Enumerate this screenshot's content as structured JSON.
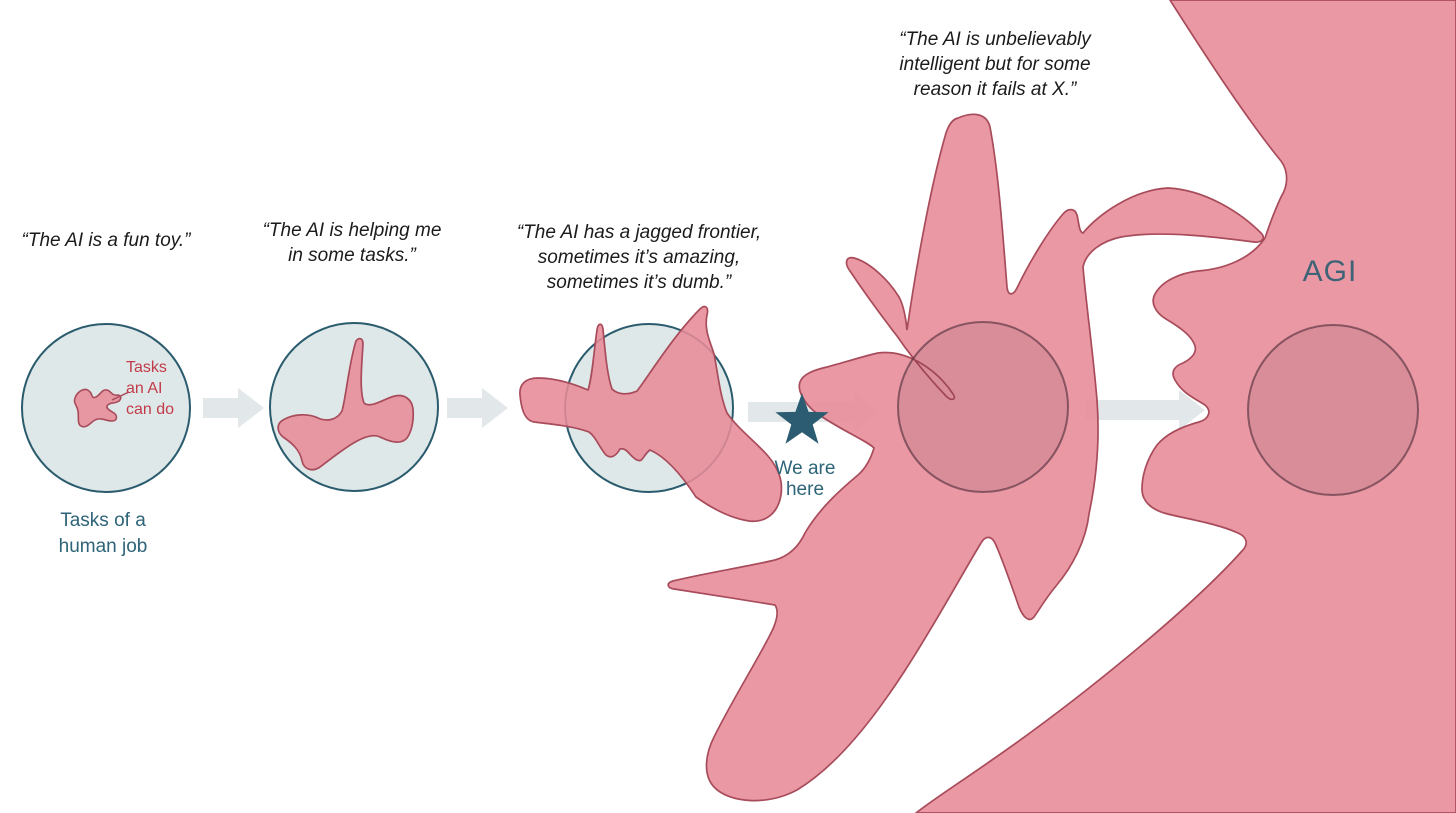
{
  "palette": {
    "background": "#ffffff",
    "circle_fill": "#dfe8e9",
    "circle_border": "#2b5c6e",
    "blob_fill": "#e78b97",
    "blob_border": "#a84b5a",
    "arrow": "#e2e7ea",
    "star": "#2b5c72",
    "quote_text": "#1b1b1b",
    "teal_text": "#2e6478",
    "red_text": "#c23b49",
    "agi_text": "#3e6376"
  },
  "stages": [
    {
      "name": "fun-toy",
      "quote_lines": [
        "“The AI is a fun toy.”"
      ]
    },
    {
      "name": "helping",
      "quote_lines": [
        "“The AI is helping me",
        "in some tasks.”"
      ]
    },
    {
      "name": "jagged-frontier",
      "quote_lines": [
        "“The AI has a jagged frontier,",
        "sometimes it’s amazing,",
        "sometimes it’s dumb.”"
      ]
    },
    {
      "name": "fails-at-x",
      "quote_lines": [
        "“The AI is unbelievably",
        "intelligent but for some",
        "reason it fails at X.”"
      ]
    },
    {
      "name": "agi"
    }
  ],
  "labels": {
    "ai_tasks_lines": [
      "Tasks",
      "an AI",
      "can do"
    ],
    "human_job_lines": [
      "Tasks of a",
      "human job"
    ],
    "we_are_here_lines": [
      "We are",
      "here"
    ],
    "agi": "AGI"
  }
}
